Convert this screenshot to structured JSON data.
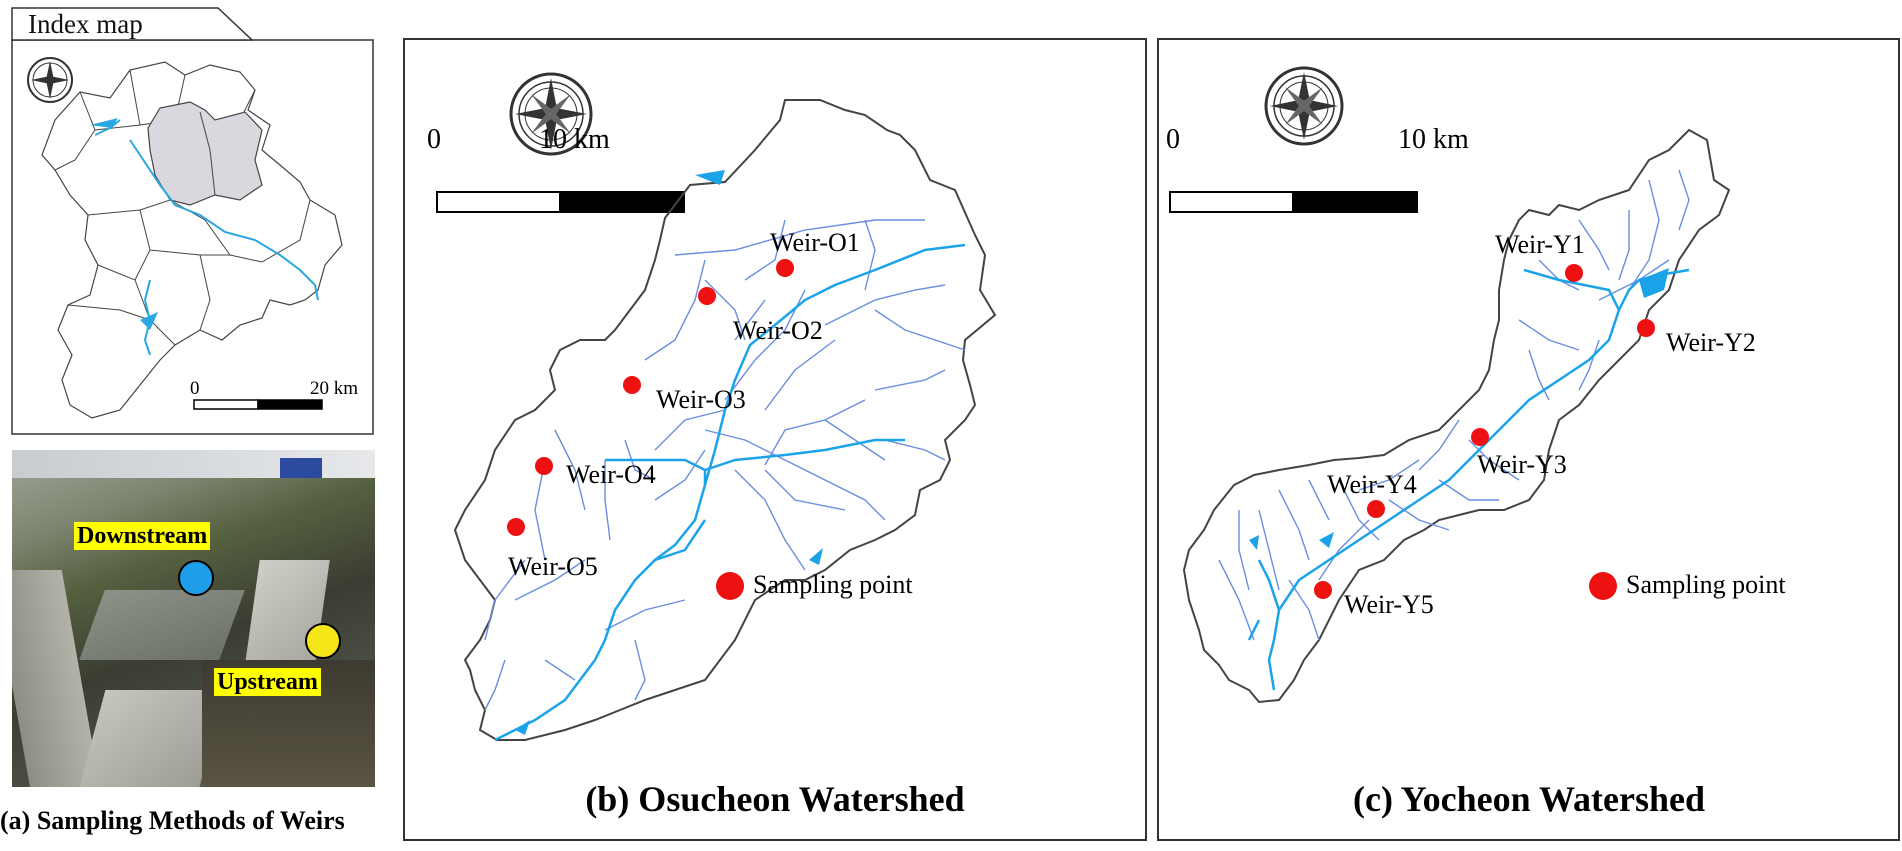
{
  "index_map": {
    "title": "Index map",
    "scale_zero": "0",
    "scale_label": "20 km"
  },
  "photo": {
    "downstream_label": "Downstream",
    "upstream_label": "Upstream",
    "downstream_color": "#1e9ee8",
    "upstream_color": "#f5e61a",
    "caption": "(a) Sampling Methods of Weirs"
  },
  "osucheon": {
    "scale_zero": "0",
    "scale_label": "10 km",
    "weirs": [
      "Weir-O1",
      "Weir-O2",
      "Weir-O3",
      "Weir-O4",
      "Weir-O5"
    ],
    "legend_label": "Sampling point",
    "caption": "(b) Osucheon Watershed"
  },
  "yocheon": {
    "scale_zero": "0",
    "scale_label": "10 km",
    "weirs": [
      "Weir-Y1",
      "Weir-Y2",
      "Weir-Y3",
      "Weir-Y4",
      "Weir-Y5"
    ],
    "legend_label": "Sampling point",
    "caption": "(c) Yocheon Watershed"
  },
  "colors": {
    "sampling_point": "#ee1111",
    "stream": "#6a8ee0",
    "main_stream": "#1aa3e8",
    "boundary": "#444444"
  }
}
